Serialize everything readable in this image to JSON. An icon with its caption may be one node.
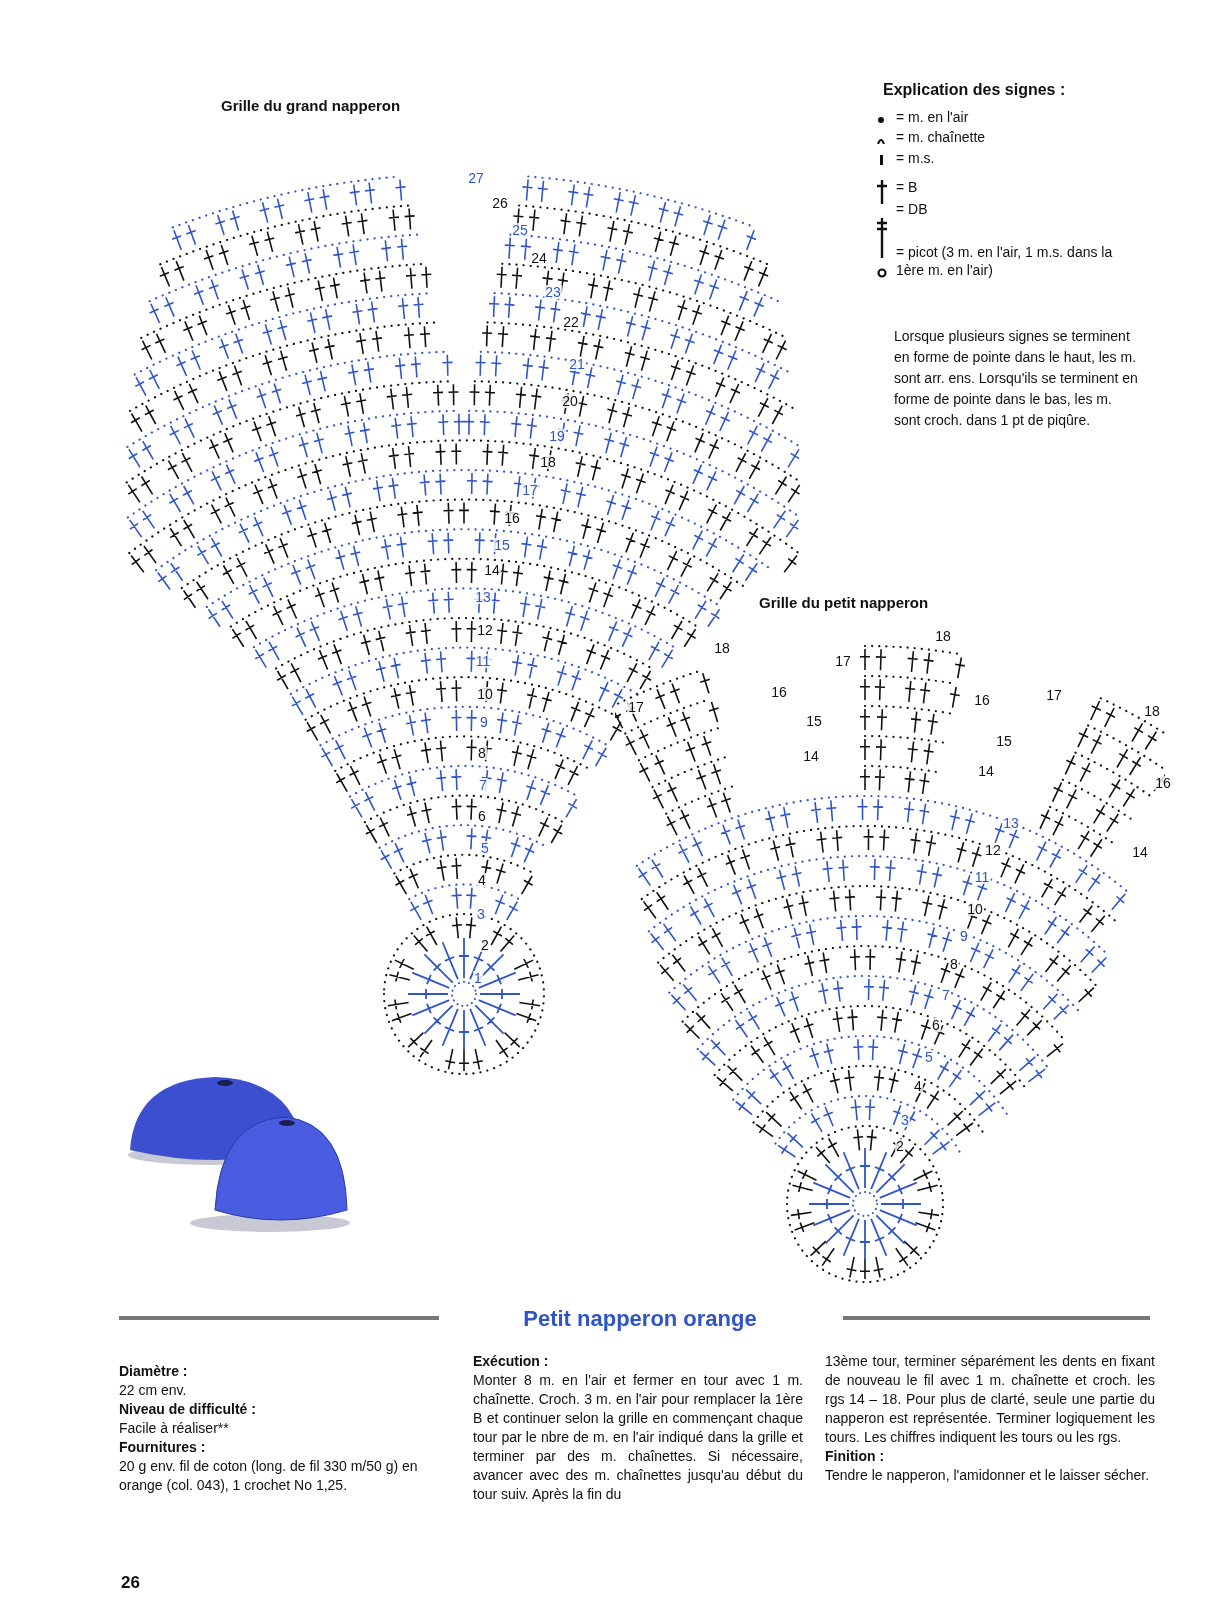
{
  "diagram": {
    "title": "Petit napperon orange",
    "labels": [
      "Grille du grand napperon",
      "Explication des signes :",
      "Lorsque plusieurs signes se terminent en forme de pointe dans le haut, les m. sont arr. ens. Lorsqu'ils se terminent en forme de pointe dans le bas, les m. sont croch. dans 1 pt de piqûre.",
      "27",
      "26",
      "25",
      "24",
      "23",
      "22",
      "21",
      "20",
      "19",
      "18",
      "17",
      "16",
      "15",
      "14",
      "13",
      "12",
      "11",
      "10",
      "9",
      "8",
      "7",
      "6",
      "5",
      "4",
      "3",
      "2",
      "1",
      "Grille du petit napperon",
      "18",
      "18",
      "17",
      "16",
      "17",
      "16",
      "17",
      "18",
      "15",
      "15",
      "14",
      "14",
      "16",
      "13",
      "12",
      "14",
      "11",
      "10",
      "9",
      "8",
      "7",
      "6",
      "5",
      "4",
      "3",
      "2",
      "Diamètre :",
      "22 cm env.",
      "Niveau de difficulté :",
      "Facile à réaliser**",
      "Fournitures :",
      "20 g env. fil de coton (long. de fil 330 m/50 g) en orange (col. 043), 1 crochet No 1,25.",
      "Exécution :",
      "Monter 8 m. en l'air et fermer en tour avec 1 m. chaînette. Croch. 3 m. en l'air pour remplacer la 1ère B et continuer selon la grille en commençant chaque tour par le nbre de m. en l'air indiqué dans la grille et terminer par des m. chaînettes. Si nécessaire, avancer avec des m. chaînettes jusqu'au début du tour suiv. Après la fin du",
      "13ème tour, terminer séparément les dents en fixant de nouveau le fil avec 1 m. chaînette et croch. les rgs 14 – 18. Pour plus de clarté, seule une partie du napperon est représentée. Terminer logiquement les tours. Les chiffres indiquent les tours ou les rgs.",
      "Finition :",
      "Tendre le napperon, l'amidonner et le laisser sécher.",
      "26"
    ],
    "legend": [
      {
        "text": "= m. en l'air"
      },
      {
        "text": "= m. chaînette"
      },
      {
        "text": "= m.s."
      },
      {
        "text": "= B"
      },
      {
        "text": "= DB"
      },
      {
        "text": "= picot (3 m. en l'air, 1 m.s. dans la 1ère m. en l'air)"
      }
    ]
  }
}
